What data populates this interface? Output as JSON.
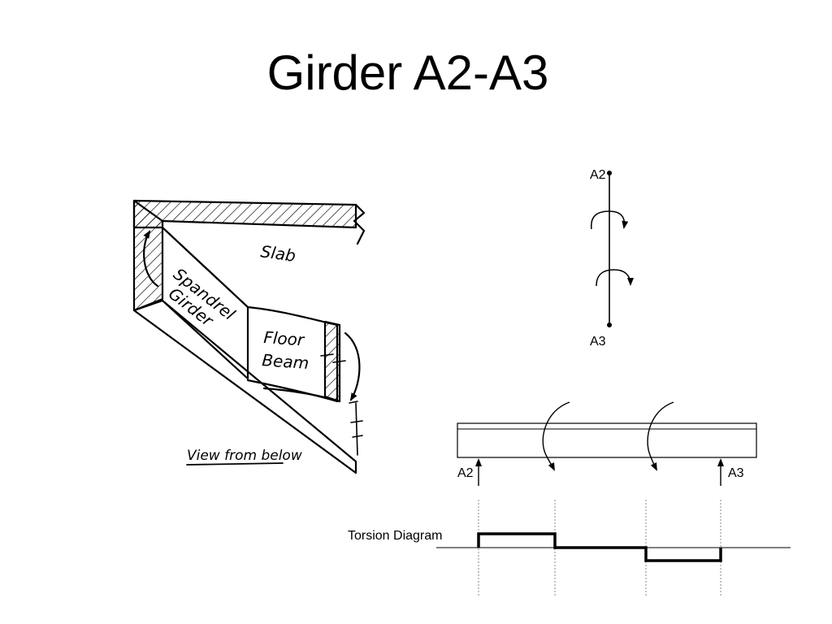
{
  "slide": {
    "title": "Girder A2-A3"
  },
  "sketch": {
    "slab_label": "Slab",
    "girder_label_1": "Spandrel",
    "girder_label_2": "Girder",
    "floor_label_1": "Floor",
    "floor_label_2": "Beam",
    "caption": "View from below"
  },
  "plan": {
    "top_label": "A2",
    "bottom_label": "A3"
  },
  "elevation": {
    "left_label": "A2",
    "right_label": "A3"
  },
  "torsion": {
    "label": "Torsion Diagram"
  }
}
